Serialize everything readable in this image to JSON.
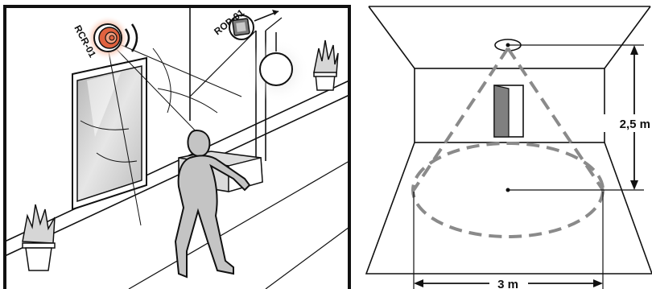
{
  "illustration": {
    "sensor_label": "RCR-01",
    "controller_label": "ROP-01"
  },
  "coverage_diagram": {
    "height_label": "2,5 m",
    "width_label": "3 m"
  },
  "colors": {
    "ink": "#111111",
    "sensor_glow": "#f08a6a",
    "sensor_core": "#e0623f",
    "cone_dash": "#8a8a8a",
    "door": "#808080",
    "window_pane": "#c9c9c9"
  }
}
